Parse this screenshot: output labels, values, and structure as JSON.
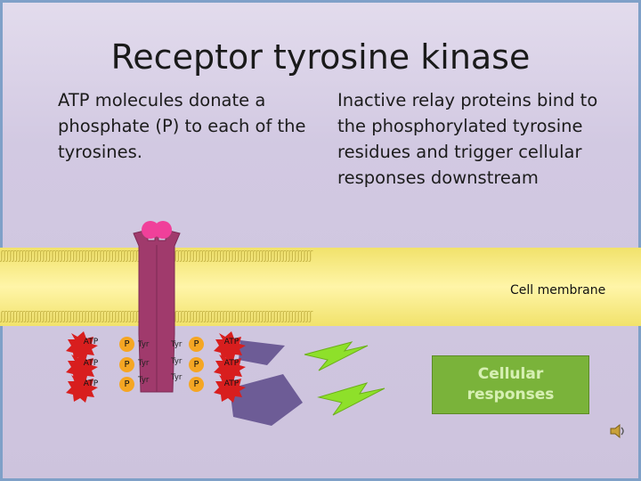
{
  "slide": {
    "title": "Receptor tyrosine kinase",
    "left_text": "ATP molecules donate a phosphate (P) to each of the tyrosines.",
    "right_text": "Inactive relay proteins bind to the phosphorylated tyrosine residues and trigger cellular responses downstream"
  },
  "diagram": {
    "membrane_label": "Cell membrane",
    "atp_label": "ATP",
    "phosphate_label": "P",
    "tyrosine_label": "Tyr",
    "responses_label": "Cellular responses",
    "atp_left_rows": 3,
    "atp_right_rows": 3
  },
  "colors": {
    "receptor": "#a03a6c",
    "ligand": "#f0409a",
    "atp_star": "#d81e1e",
    "phosphate": "#f5a623",
    "relay_protein": "#6d5c96",
    "bolt": "#8ee02a",
    "responses_box": "#7ab33a",
    "membrane": "#f5e77f"
  },
  "icons": {
    "speaker": "speaker-icon"
  }
}
